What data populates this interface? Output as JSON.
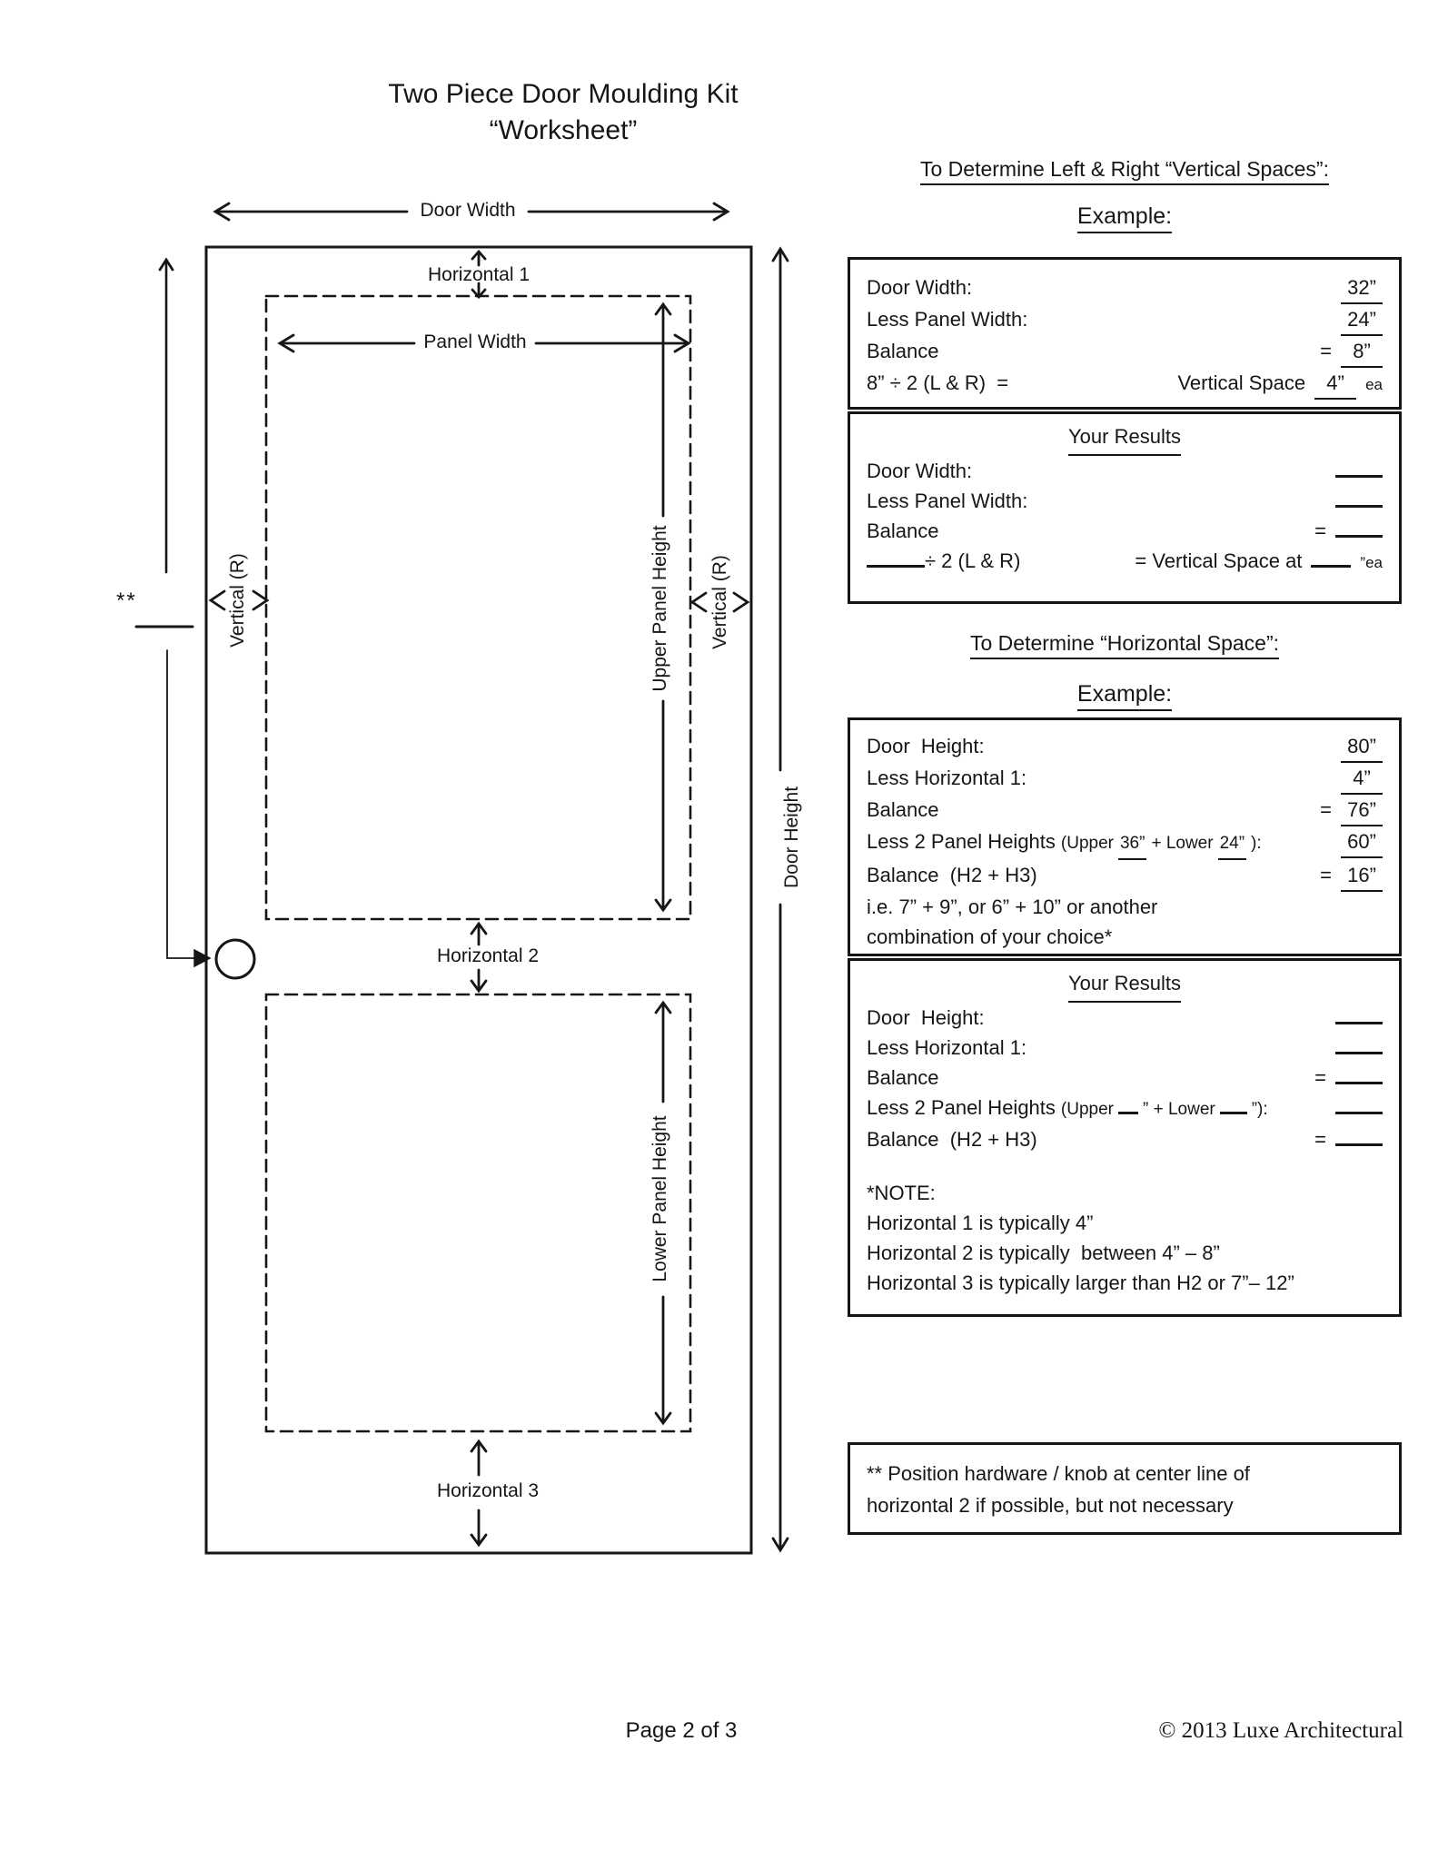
{
  "title": {
    "line1": "Two Piece Door Moulding Kit",
    "line2": "“Worksheet”"
  },
  "diagram": {
    "door_width": "Door Width",
    "horizontal1": "Horizontal 1",
    "panel_width": "Panel Width",
    "upper_panel_height": "Upper Panel Height",
    "lower_panel_height": "Lower Panel Height",
    "door_height": "Door Height",
    "vertical_r_left": "Vertical (R)",
    "vertical_r_right": "Vertical (R)",
    "horizontal2": "Horizontal 2",
    "horizontal3": "Horizontal 3",
    "hardware_marker": "**",
    "line_color": "#161616"
  },
  "sections": {
    "vertical": {
      "heading": "To Determine Left & Right “Vertical Spaces”:",
      "example_label": "Example:",
      "example": {
        "rows": [
          {
            "label": "Door Width:",
            "value": "32”"
          },
          {
            "label": "Less Panel Width:",
            "value": "24”"
          },
          {
            "label": "Balance",
            "eq": "=",
            "value": "8”"
          },
          {
            "label": "8” ÷ 2 (L & R)  =",
            "pre": "Vertical Space",
            "value": "4”",
            "suffix": "ea"
          }
        ]
      },
      "results": {
        "heading": "Your Results",
        "rows": [
          {
            "label": "Door Width:"
          },
          {
            "label": "Less Panel Width:"
          },
          {
            "label": "Balance",
            "eq": "="
          },
          {
            "tail": "÷ 2 (L & R)",
            "pre": "= Vertical Space at",
            "suffix": "”ea"
          }
        ]
      }
    },
    "horizontal": {
      "heading": "To Determine “Horizontal Space”:",
      "example_label": "Example:",
      "example": {
        "rows": [
          {
            "label": "Door  Height:",
            "value": "80”"
          },
          {
            "label": "Less Horizontal 1:",
            "value": "4”"
          },
          {
            "label": "Balance",
            "eq": "=",
            "value": "76”"
          },
          {
            "label": "Less 2 Panel Heights",
            "paren_pre": "(Upper",
            "u1": "36”",
            "paren_mid": "+ Lower",
            "u2": "24”",
            "paren_post": "):",
            "value": "60”"
          },
          {
            "label": "Balance  (H2 + H3)",
            "eq": "=",
            "value": "16”"
          },
          {
            "text": "i.e. 7” + 9”, or 6” + 10” or another"
          },
          {
            "text": "combination of your choice*"
          }
        ]
      },
      "results": {
        "heading": "Your Results",
        "rows": [
          {
            "label": "Door  Height:"
          },
          {
            "label": "Less Horizontal 1:"
          },
          {
            "label": "Balance",
            "eq": "="
          },
          {
            "label": "Less 2 Panel Heights",
            "paren_pre": "(Upper",
            "paren_mid": "” + Lower",
            "paren_post": "”):"
          },
          {
            "label": "Balance  (H2 + H3)",
            "eq": "="
          }
        ],
        "note_heading": "*NOTE:",
        "note_lines": [
          "Horizontal 1 is typically 4”",
          "Horizontal 2 is typically  between 4” – 8”",
          "Horizontal 3 is typically larger than H2 or 7”– 12”"
        ]
      }
    }
  },
  "note_box": {
    "line1": "** Position hardware / knob at center line of",
    "line2": "horizontal 2 if possible, but not necessary"
  },
  "footer": {
    "page": "Page 2 of 3",
    "copyright": "© 2013 Luxe Architectural"
  }
}
